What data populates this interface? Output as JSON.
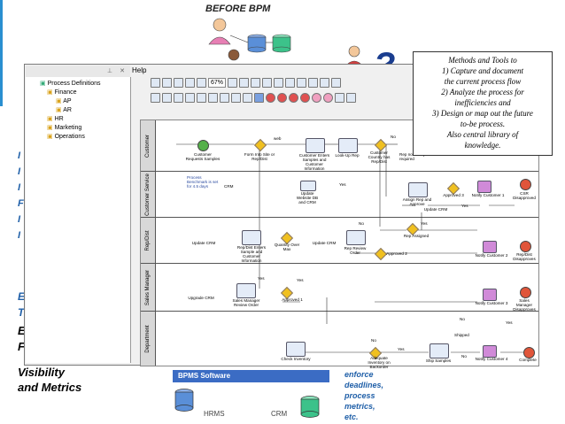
{
  "slide": {
    "title": "BEFORE BPM",
    "question_mark": "?",
    "callout_lines": [
      "Methods and Tools to",
      "1) Capture and document",
      "the current process flow",
      "2) Analyze the process for",
      "inefficiencies and",
      "3) Design or map out the future",
      "to-be process.",
      "Also central library of",
      "knowledge."
    ],
    "side_letters": [
      "I",
      "I",
      "I",
      "F",
      "I",
      "I"
    ],
    "side_letters_b": [
      "E",
      "T",
      "E",
      "F"
    ],
    "visibility_lines": [
      "Visibility",
      "and Metrics"
    ],
    "bpms_label": "BPMS Software",
    "enforce_lines": [
      "enforce",
      "deadlines,",
      "process",
      "metrics,",
      "etc."
    ],
    "hrms_label": "HRMS",
    "crm_label": "CRM"
  },
  "window": {
    "menu_help": "Help",
    "zoom": "67%",
    "tree": [
      {
        "label": "Process Definitions",
        "level": 0
      },
      {
        "label": "Finance",
        "level": 1
      },
      {
        "label": "AP",
        "level": 2
      },
      {
        "label": "AR",
        "level": 2
      },
      {
        "label": "HR",
        "level": 1
      },
      {
        "label": "Marketing",
        "level": 1
      },
      {
        "label": "Operations",
        "level": 1
      }
    ],
    "lanes": [
      "Customer",
      "Customer Service",
      "Rep/Dist",
      "Sales Manager",
      "Department"
    ],
    "nodes": [
      {
        "label": "Customer Requests Samples"
      },
      {
        "label": "Form Into Site or Rep/Dist"
      },
      {
        "label": "Customer Enters Samples and Customer Information"
      },
      {
        "label": "Look-Up Rep"
      },
      {
        "label": "Customer Country has Rep/Dist"
      },
      {
        "label": "Rep not always required"
      },
      {
        "label": "Process Benchmark is set for 4.5 days"
      },
      {
        "label": "Update Website DB and CRM"
      },
      {
        "label": "Assign Rep and Approve"
      },
      {
        "label": "Approved 3"
      },
      {
        "label": "Notify Customer 1"
      },
      {
        "label": "CSR Disapproved"
      },
      {
        "label": "Update CRM"
      },
      {
        "label": "Rep/Dist Enters Sample and Customer Information"
      },
      {
        "label": "Quantity Over Max"
      },
      {
        "label": "Update CRM"
      },
      {
        "label": "Rep Review Order"
      },
      {
        "label": "Rep Assigned"
      },
      {
        "label": "Approved 2"
      },
      {
        "label": "Notify Customer 2"
      },
      {
        "label": "Rep/Dist Disapproves"
      },
      {
        "label": "Upgrade CRM"
      },
      {
        "label": "Sales Manager Review Order"
      },
      {
        "label": "Approved 1"
      },
      {
        "label": "Notify Customer 3"
      },
      {
        "label": "Sales Manager Disapproves"
      },
      {
        "label": "Check Inventory"
      },
      {
        "label": "Adequate Inventory on Backorder"
      },
      {
        "label": "Ship Samples"
      },
      {
        "label": "Notify Customer 4"
      },
      {
        "label": "Complete"
      }
    ],
    "flow_labels": [
      "web",
      "CRM",
      "No",
      "Yes",
      "Yes",
      "No",
      "Yes",
      "Yes",
      "Yes",
      "No",
      "Yes",
      "No",
      "Shipped",
      "No",
      "Yes"
    ]
  },
  "colors": {
    "accent_blue": "#1f5fa8",
    "bpms_blue": "#3b6cc4",
    "db_green": "#3cc28a",
    "db_blue": "#5a8fd8"
  }
}
